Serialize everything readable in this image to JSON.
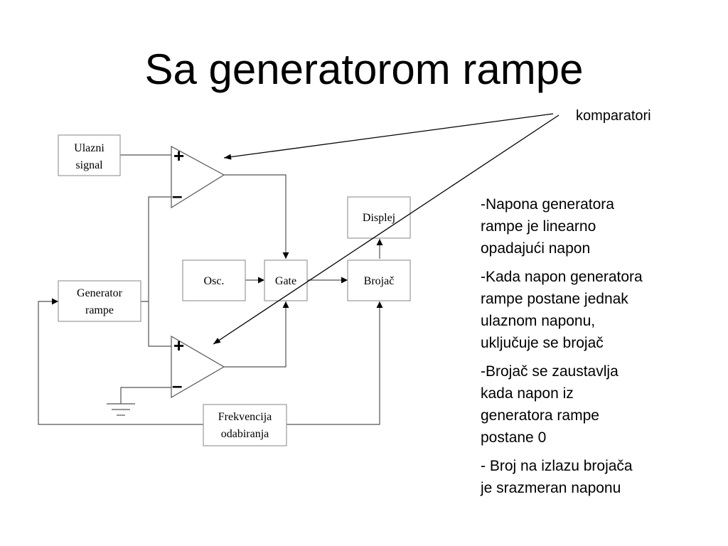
{
  "title": "Sa generatorom rampe",
  "callout": "komparatori",
  "blocks": {
    "input": [
      "Ulazni",
      "signal"
    ],
    "ramp": [
      "Generator",
      "rampe"
    ],
    "osc": "Osc.",
    "gate": "Gate",
    "counter": "Brojač",
    "display": "Displej",
    "freq": [
      "Frekvencija",
      "odabiranja"
    ]
  },
  "signs": {
    "plus": "+",
    "minus": "–"
  },
  "bullets": [
    "-Napona generatora\nrampe je linearno\nopadajući napon",
    "-Kada napon generatora\nrampe postane jednak\nulaznom naponu,\nuključuje se brojač",
    "-Brojač se zaustavlja\nkada napon iz\ngeneratora rampe\npostane 0",
    "- Broj na izlazu brojača\nje srazmeran naponu"
  ]
}
